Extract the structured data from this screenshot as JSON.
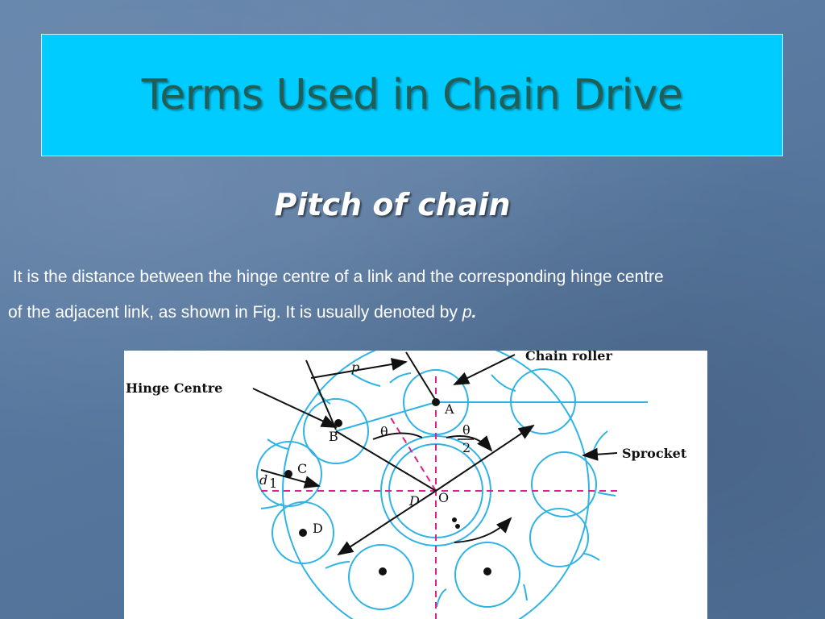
{
  "slide": {
    "title": "Terms Used in Chain Drive",
    "subtitle": "Pitch of chain",
    "paragraph": {
      "line1": " It is the distance between the hinge centre of a link and the corresponding hinge centre",
      "line2_text": "of the adjacent link, as shown in Fig. It is usually denoted by ",
      "symbol": "p",
      "end": "."
    }
  },
  "figure": {
    "labels": {
      "chain_roller": "Chain roller",
      "hinge_centre": "Hinge Centre",
      "sprocket": "Sprocket",
      "pitch": "p",
      "point_a": "A",
      "point_b": "B",
      "point_c": "C",
      "point_d": "D",
      "center_o": "O",
      "theta": "θ",
      "half_theta_num": "θ",
      "half_theta_den": "2",
      "diameter_d": "d",
      "diameter_sub": "1",
      "pitch_dia": "D"
    },
    "colors": {
      "outline": "#2fb3e6",
      "guide": "#e0208a",
      "ink": "#111111"
    }
  }
}
